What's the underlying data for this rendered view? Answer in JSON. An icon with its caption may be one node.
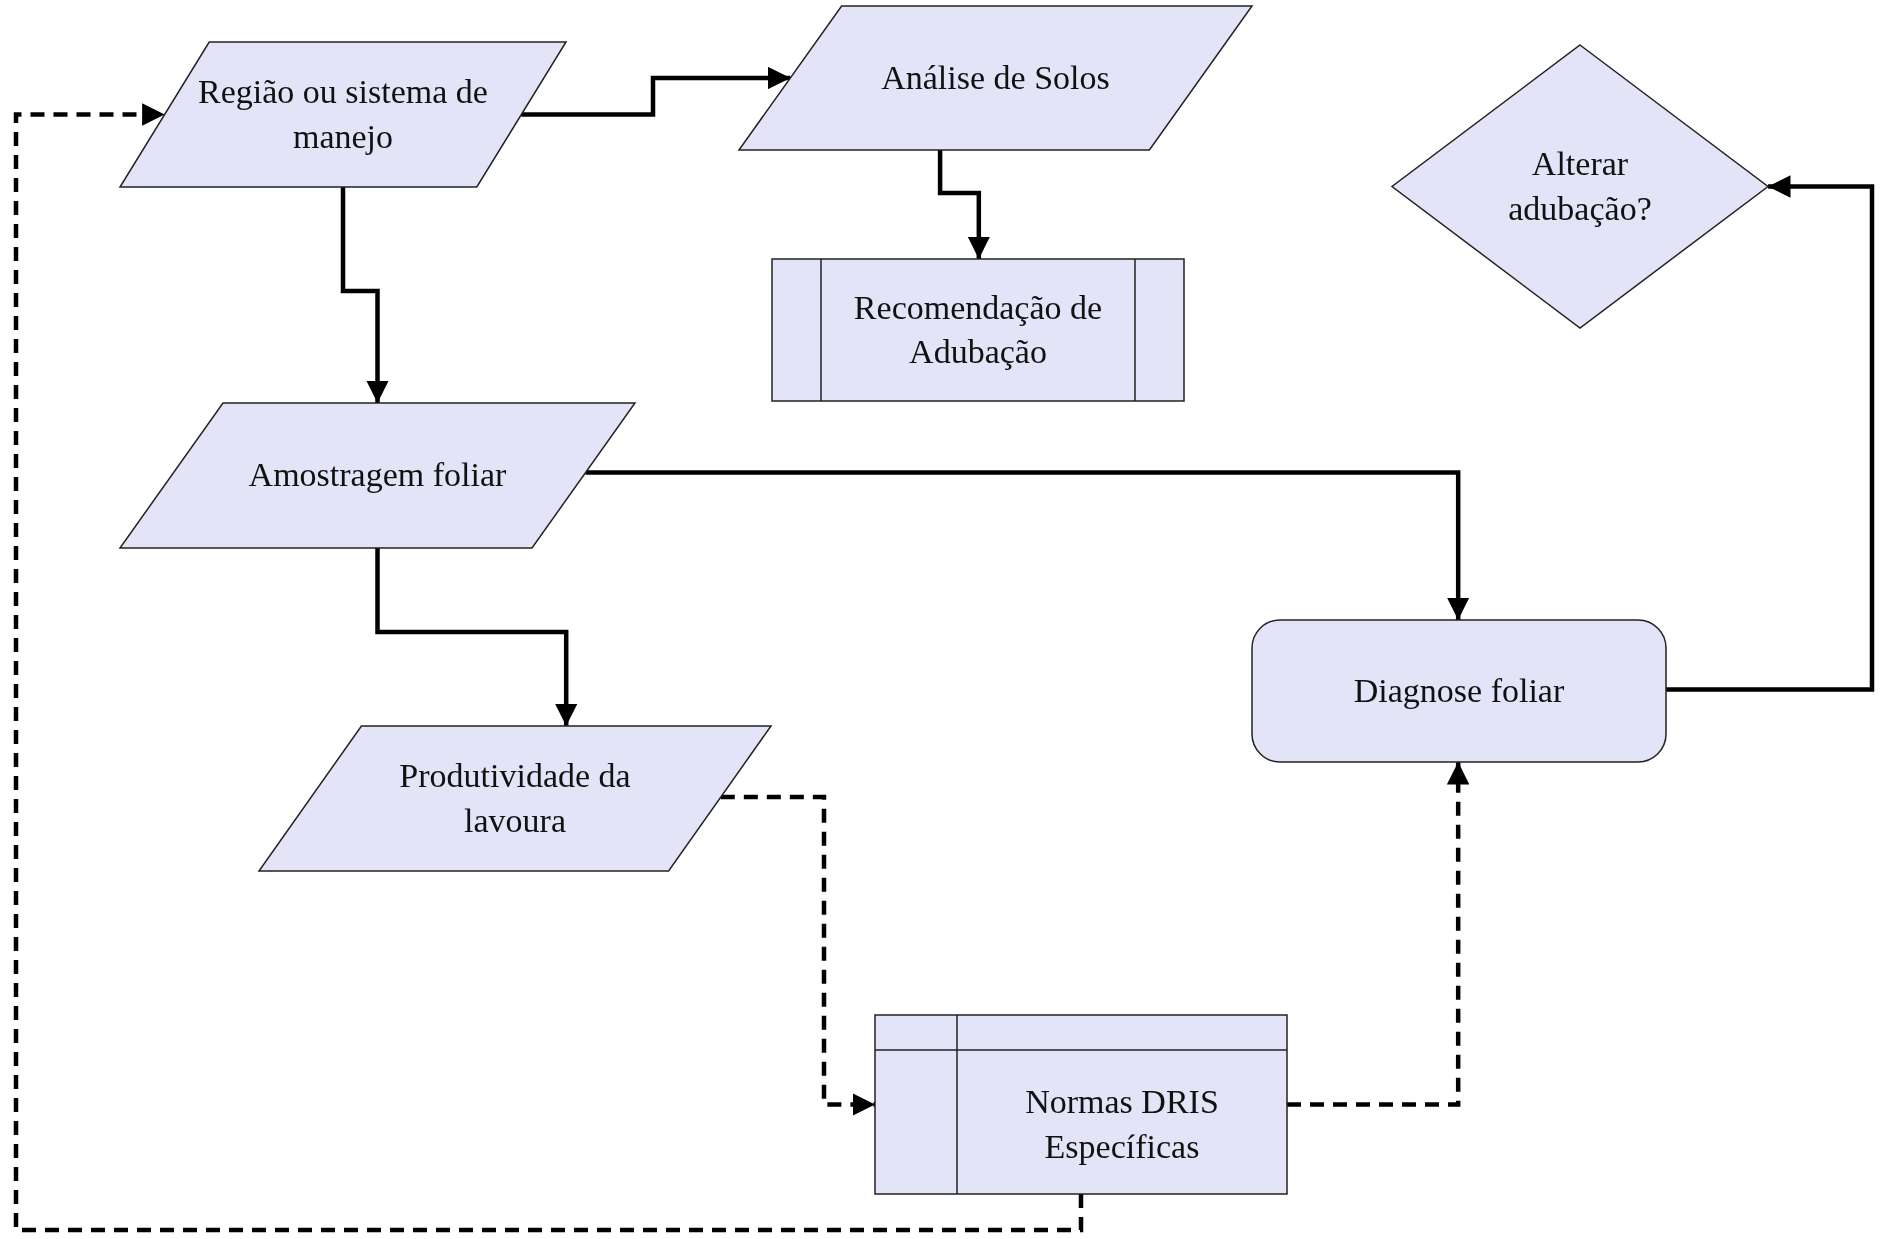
{
  "diagram": {
    "nodes": [
      {
        "text": [
          "Região ou sistema de manejo"
        ]
      },
      {
        "text": [
          "Análise de Solos"
        ]
      },
      {
        "text": [
          "Alterar adubação?"
        ]
      },
      {
        "text": [
          "Recomendação de Adubação"
        ]
      },
      {
        "text": [
          "Amostragem foliar"
        ]
      },
      {
        "text": [
          "Diagnose foliar"
        ]
      },
      {
        "text": [
          "Produtividade da lavoura"
        ]
      },
      {
        "text": [
          "Normas DRIS Específicas"
        ]
      }
    ],
    "edges": [
      {
        "from": 0,
        "to": 1,
        "arrow": "to"
      },
      {
        "from": 1,
        "to": 3,
        "arrow": "to"
      },
      {
        "from": 0,
        "to": 4,
        "arrow": "to"
      },
      {
        "from": 4,
        "to": 5,
        "arrow": "to"
      },
      {
        "from": 4,
        "to": 6,
        "arrow": "to"
      },
      {
        "from": 5,
        "to": 2,
        "arrow": "to"
      },
      {
        "from": 6,
        "to": 7,
        "arrow": "to",
        "style": "dashed"
      },
      {
        "from": 7,
        "to": 5,
        "arrow": "to",
        "style": "dashed"
      },
      {
        "from": 7,
        "to": 0,
        "arrow": "to",
        "style": "dashed"
      }
    ]
  }
}
